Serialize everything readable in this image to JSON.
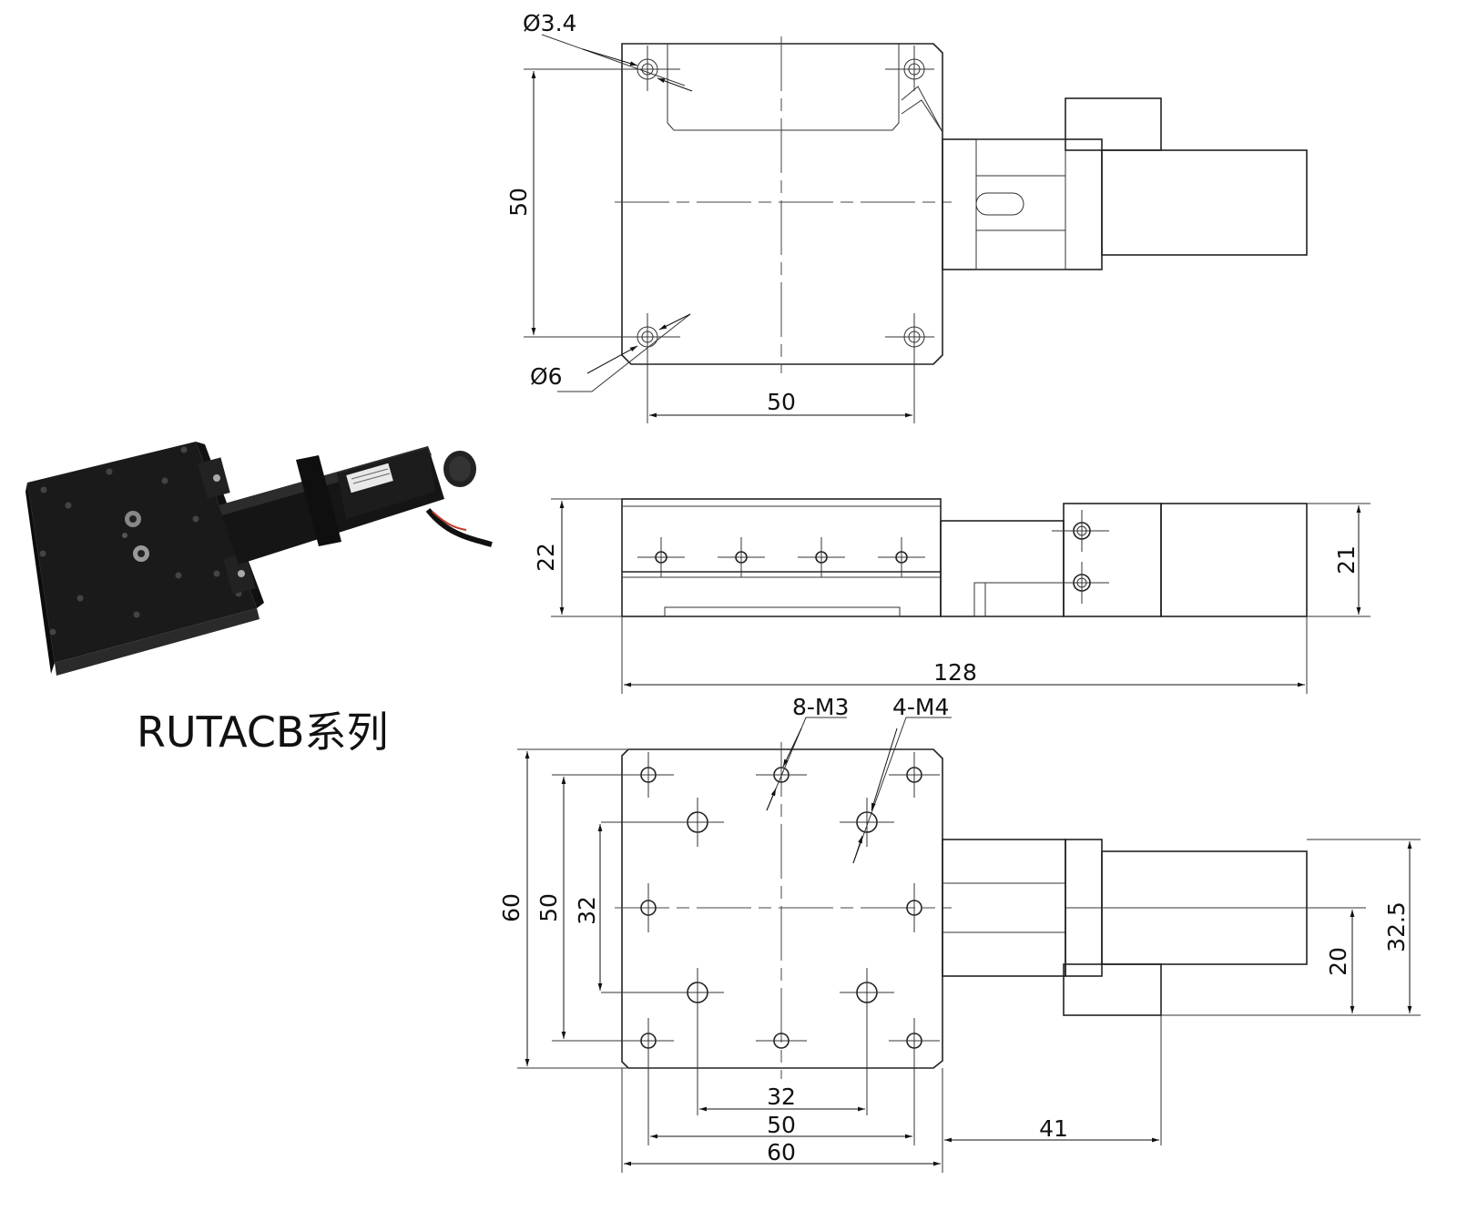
{
  "caption": "RUTACB系列",
  "top_view": {
    "hole_small": "Ø3.4",
    "hole_large": "Ø6",
    "dim_vertical": "50",
    "dim_horizontal": "50"
  },
  "side_view": {
    "height_left": "22",
    "height_right": "21",
    "length": "128"
  },
  "bottom_view": {
    "callout_m3": "8-M3",
    "callout_m4": "4-M4",
    "dim_v_60": "60",
    "dim_v_50": "50",
    "dim_v_32": "32",
    "dim_h_32": "32",
    "dim_h_50": "50",
    "dim_h_60": "60",
    "dim_h_41": "41",
    "dim_v_20": "20",
    "dim_v_325": "32.5"
  }
}
